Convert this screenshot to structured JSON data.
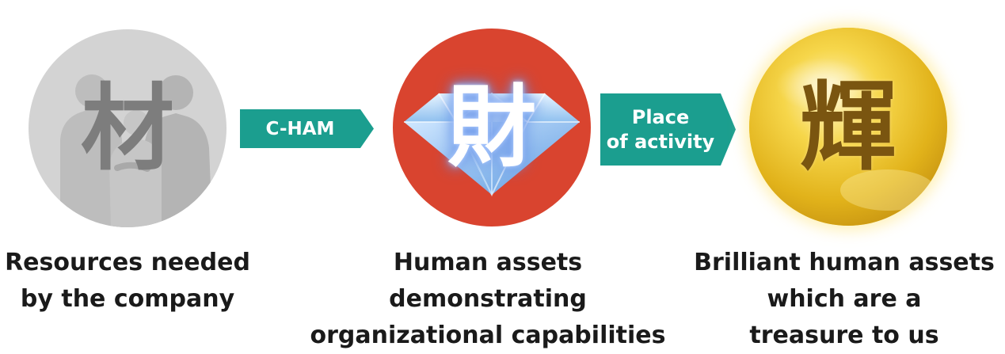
{
  "steps": [
    {
      "kanji": "材",
      "caption_lines": [
        "Resources needed",
        "by the company"
      ]
    },
    {
      "kanji": "財",
      "caption_lines": [
        "Human assets",
        "demonstrating",
        "organizational capabilities"
      ]
    },
    {
      "kanji": "輝",
      "caption_lines": [
        "Brilliant human assets",
        "which are a",
        "treasure to us"
      ]
    }
  ],
  "arrows": [
    {
      "label": "C-HAM"
    },
    {
      "label": "Place\nof activity"
    }
  ],
  "colors": {
    "arrow_teal": "#1b9e8f",
    "circle_gray": "#d3d3d3",
    "circle_red": "#d9442f",
    "circle_gold": "#ecc21e",
    "diamond_blue": "#a9d2f5",
    "caption_text": "#1a1a1a"
  },
  "icons": {
    "step1_background": "business-people-silhouette-icon",
    "step2_background": "diamond-icon",
    "step3_background": "golden-orb-icon"
  }
}
